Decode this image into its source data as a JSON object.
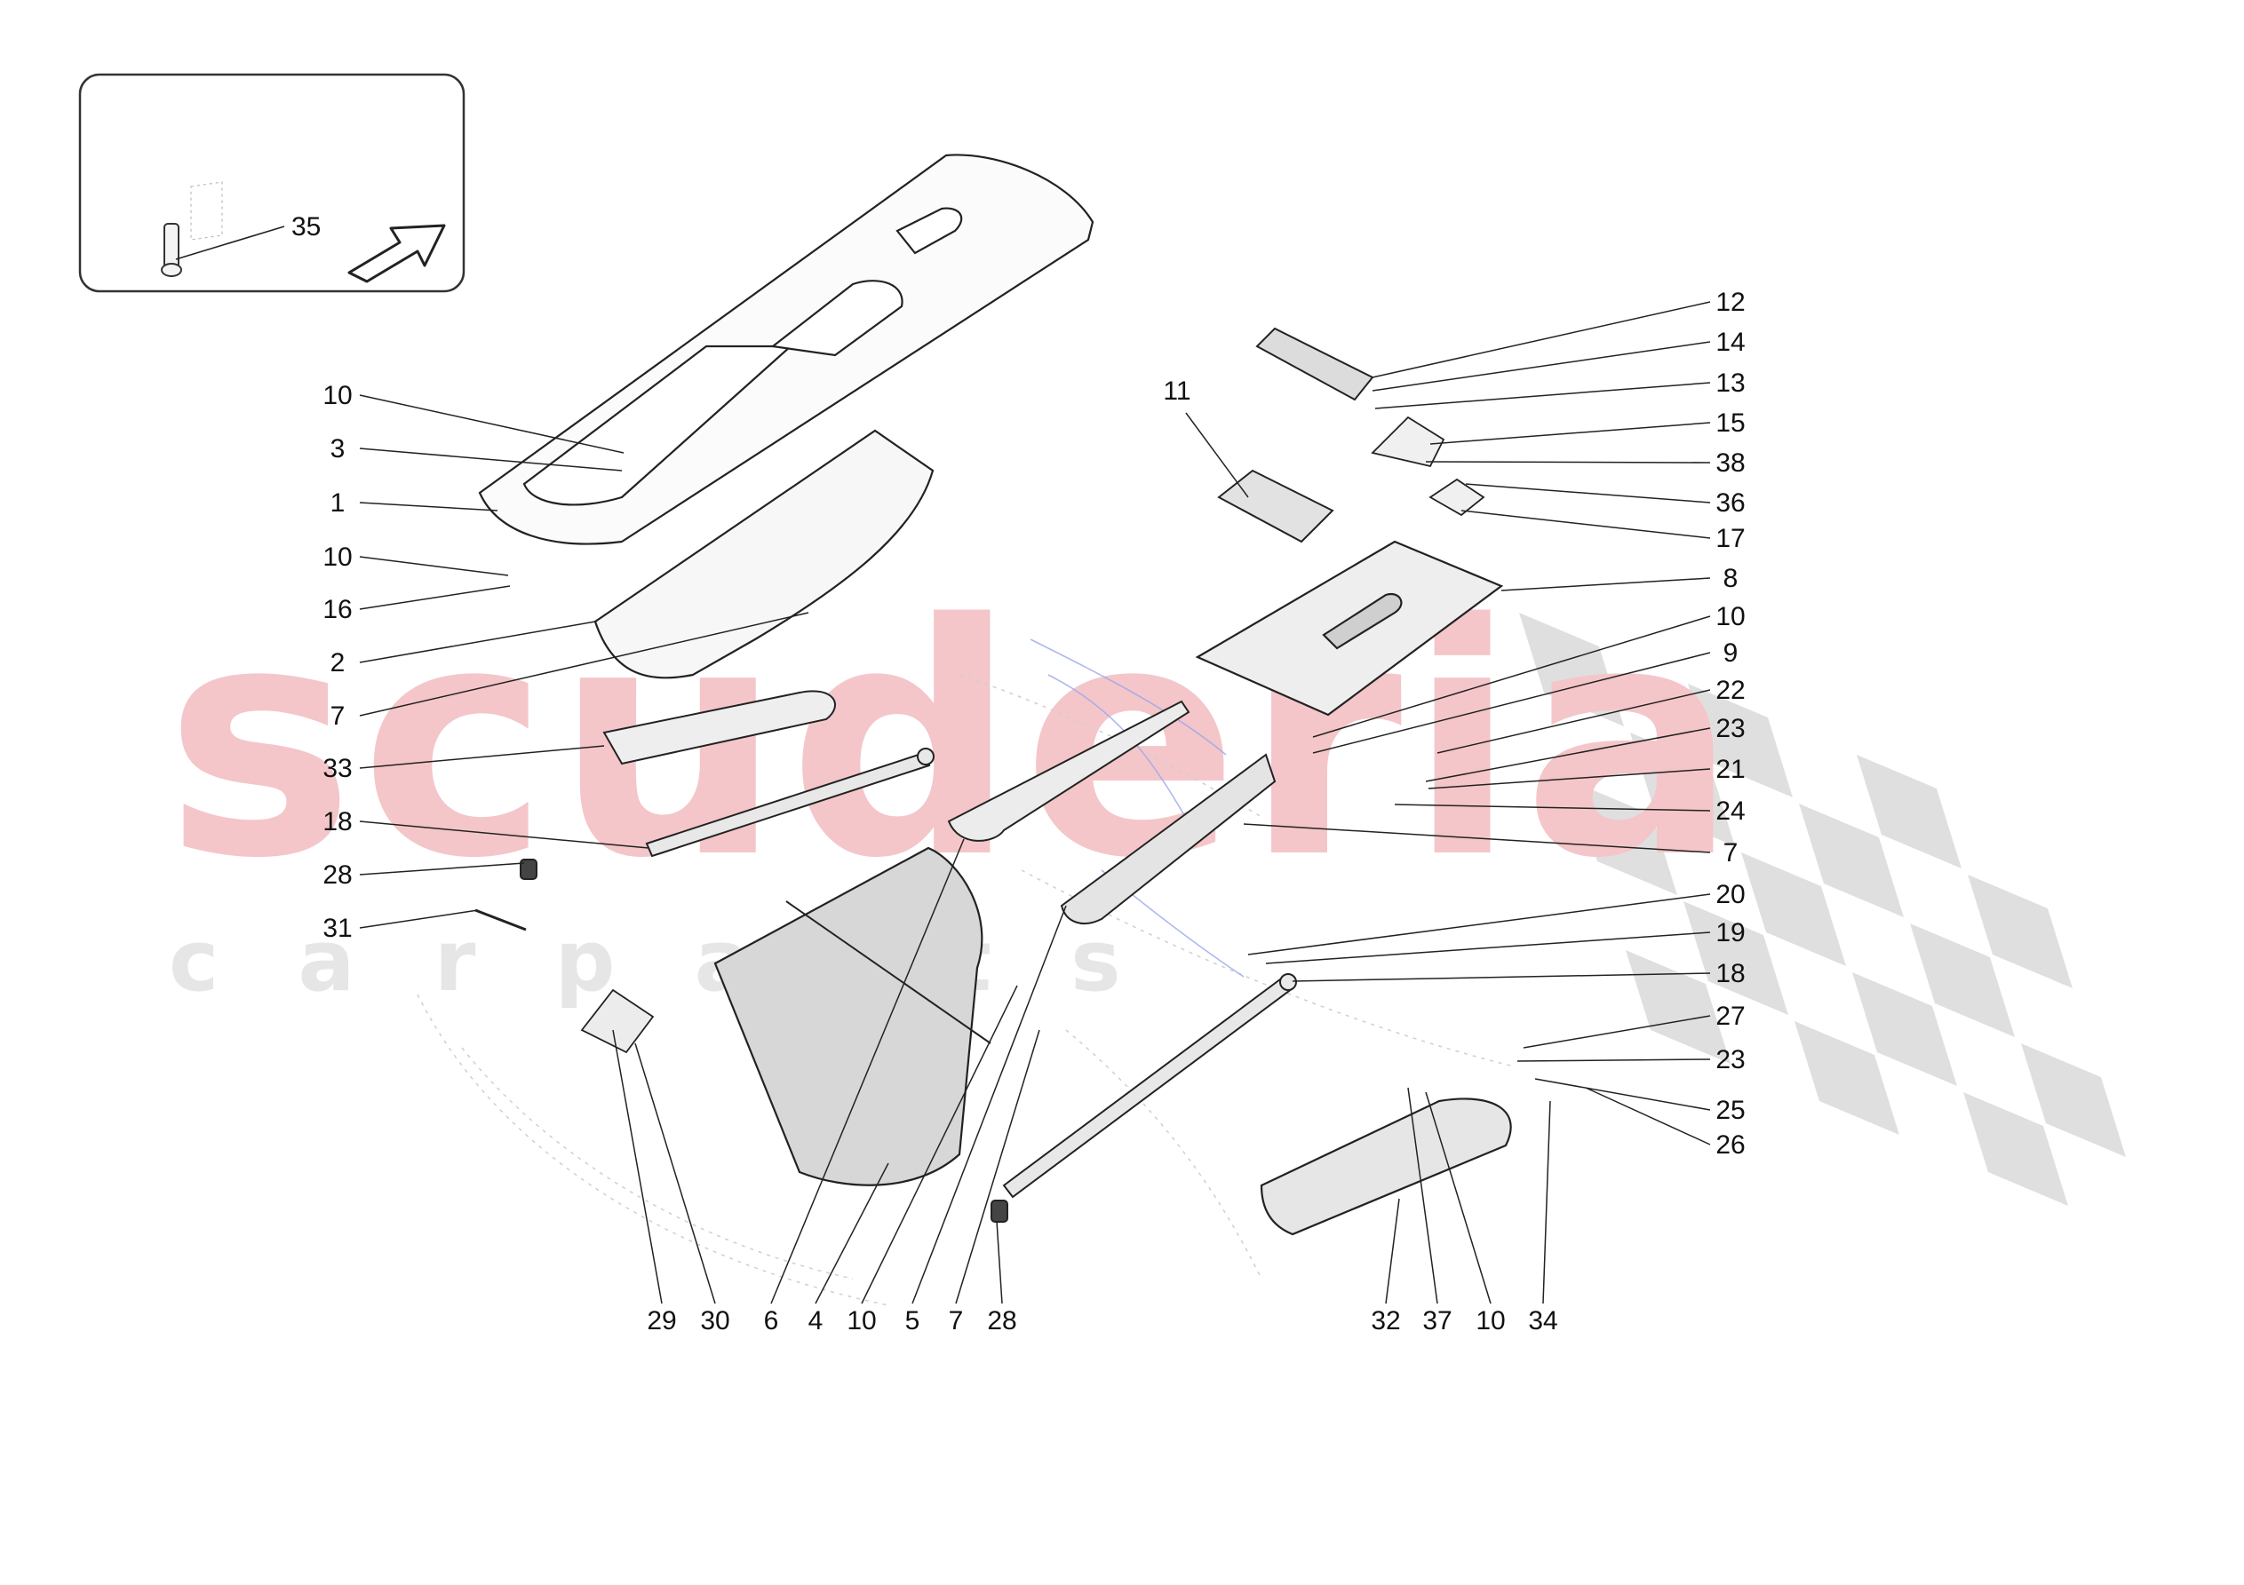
{
  "watermark": {
    "brand": "scuderia",
    "sub": "c a r   p a r t s",
    "brand_color": "#f4c6c9",
    "sub_color": "#e6e6e6",
    "flag_color": "#d9d9d9"
  },
  "inset": {
    "label": "35"
  },
  "callouts_left": [
    "10",
    "3",
    "1",
    "10",
    "16",
    "2",
    "7",
    "33",
    "18",
    "28",
    "31"
  ],
  "callouts_right": [
    "12",
    "14",
    "13",
    "15",
    "38",
    "36",
    "17",
    "8",
    "10",
    "9",
    "22",
    "23",
    "21",
    "24",
    "7",
    "20",
    "19",
    "18",
    "27",
    "23",
    "25",
    "26"
  ],
  "callouts_top": [
    "11"
  ],
  "callouts_bottom": [
    "29",
    "30",
    "6",
    "4",
    "10",
    "5",
    "7",
    "28",
    "32",
    "37",
    "10",
    "34"
  ],
  "colors": {
    "line": "#222222",
    "part_fill": "#f2f2f2",
    "shade_fill": "#dcdcdc",
    "blue": "#6c7fe0"
  }
}
